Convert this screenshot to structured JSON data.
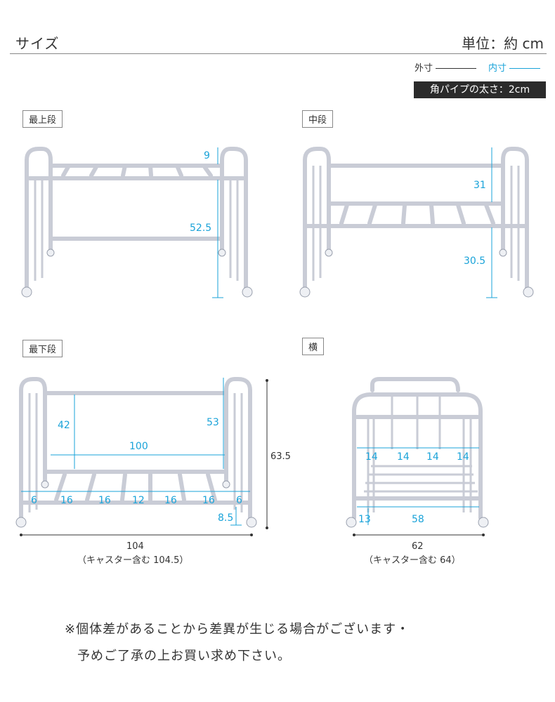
{
  "header": {
    "title": "サイズ",
    "unit": "単位：約 cm"
  },
  "legend": {
    "outer": "外寸",
    "inner": "内寸",
    "pipe": "角パイプの太さ：2cm"
  },
  "views": {
    "top": {
      "label": "最上段",
      "dims": {
        "a": "9",
        "b": "52.5"
      }
    },
    "middle": {
      "label": "中段",
      "dims": {
        "a": "31",
        "b": "30.5"
      }
    },
    "bottom": {
      "label": "最下段",
      "dims": {
        "h1": "42",
        "h2": "53",
        "w_inner": "100",
        "total_h": "63.5",
        "s1": "6",
        "s2": "16",
        "s3": "16",
        "s4": "12",
        "s5": "16",
        "s6": "16",
        "s7": "6",
        "caster": "8.5",
        "width": "104",
        "width_note": "（キャスター含む 104.5）"
      }
    },
    "side": {
      "label": "横",
      "dims": {
        "t1": "14",
        "t2": "14",
        "t3": "14",
        "t4": "14",
        "caster": "13",
        "depth_inner": "58",
        "depth": "62",
        "depth_note": "（キャスター含む 64）"
      }
    }
  },
  "note": {
    "line1": "※個体差があることから差異が生じる場合がございます・",
    "line2": "予めご了承の上お買い求め下さい。"
  }
}
